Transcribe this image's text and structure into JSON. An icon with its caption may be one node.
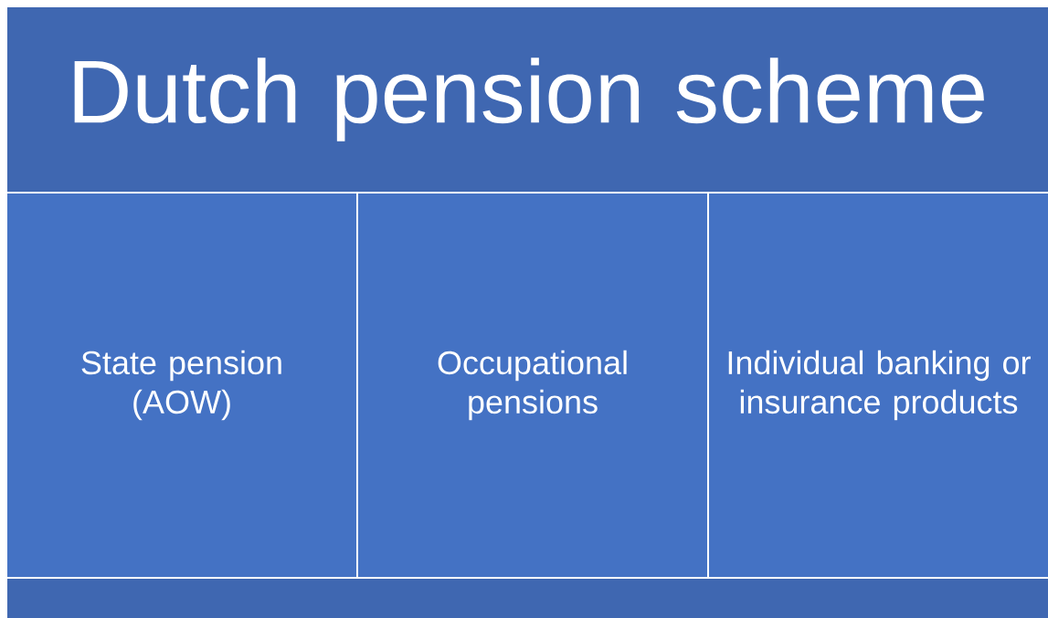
{
  "diagram": {
    "nodes": [
      {
        "text": [
          "Dutch pension scheme"
        ]
      },
      {
        "text": [
          "State pension (AOW)"
        ]
      },
      {
        "text": [
          "Occupational pensions"
        ]
      },
      {
        "text": [
          "Individual banking or insurance products"
        ]
      },
      {
        "text": [],
        "shape": "bar"
      }
    ]
  }
}
